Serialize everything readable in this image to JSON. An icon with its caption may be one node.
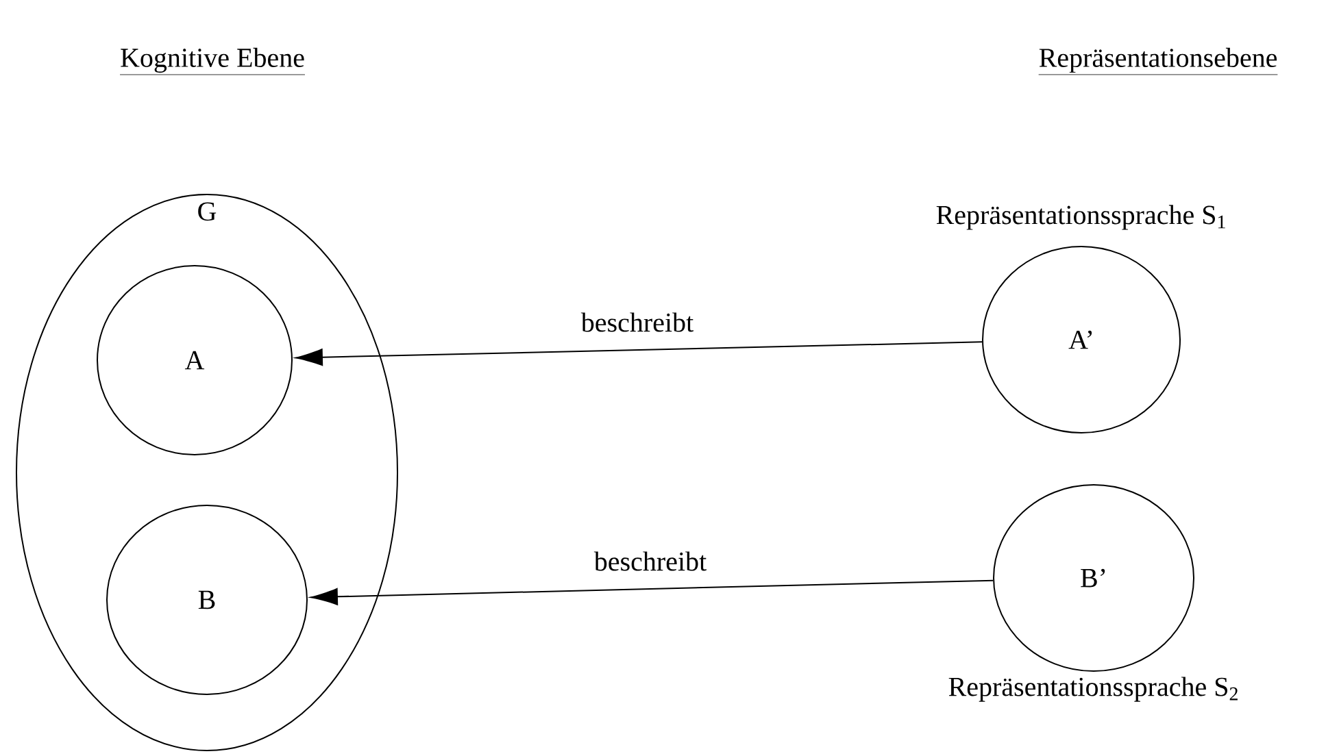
{
  "diagram": {
    "nodes": [
      {
        "text": [
          "G"
        ]
      },
      {
        "text": [
          "A"
        ],
        "in": 0
      },
      {
        "text": [
          "B"
        ],
        "in": 0
      },
      {
        "text": [
          "A’"
        ],
        "beside": [
          "Repräsentationssprache S$_{1}$"
        ]
      },
      {
        "text": [
          "B’"
        ],
        "beside": [
          "Repräsentationssprache S$_{2}$"
        ]
      }
    ],
    "edges": [
      {
        "from": 3,
        "to": 1,
        "arrow": "to",
        "label": "beschreibt"
      },
      {
        "from": 4,
        "to": 2,
        "arrow": "to",
        "label": "beschreibt"
      }
    ],
    "labels": [
      "Kognitive Ebene",
      "Repräsentationsebene"
    ]
  }
}
